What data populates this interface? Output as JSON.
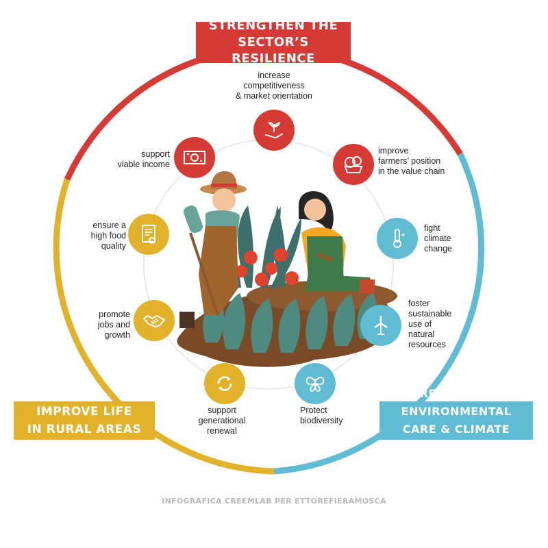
{
  "goals": {
    "top": [
      "STRENGTHEN THE",
      "SECTOR’S RESILIENCE"
    ],
    "left": [
      "IMPROVE LIFE",
      "IN RURAL AREAS"
    ],
    "right": [
      "REINFORCE ENVIRONMENTAL",
      "CARE & CLIMATE ACTION"
    ]
  },
  "objectives": [
    {
      "lines": [
        "increase",
        "competitiveness",
        "& market orientation"
      ],
      "icon": "hand-plant-icon",
      "color": "#d63a34"
    },
    {
      "lines": [
        "improve",
        "farmers’ position",
        "in the value chain"
      ],
      "icon": "produce-basket-icon",
      "color": "#d63a34"
    },
    {
      "lines": [
        "fight",
        "climate",
        "change"
      ],
      "icon": "thermometer-icon",
      "color": "#5fbcd3"
    },
    {
      "lines": [
        "foster",
        "sustainable",
        "use of",
        "natural",
        "resources"
      ],
      "icon": "wind-turbine-icon",
      "color": "#5fbcd3"
    },
    {
      "lines": [
        "Protect",
        "biodiversity"
      ],
      "icon": "butterfly-icon",
      "color": "#5fbcd3"
    },
    {
      "lines": [
        "support",
        "generational",
        "renewal"
      ],
      "icon": "cycle-arrows-icon",
      "color": "#e2b32a"
    },
    {
      "lines": [
        "promote",
        "jobs and",
        "growth"
      ],
      "icon": "handshake-icon",
      "color": "#e2b32a"
    },
    {
      "lines": [
        "ensure a",
        "high food",
        "quality"
      ],
      "icon": "certificate-icon",
      "color": "#e2b32a"
    },
    {
      "lines": [
        "support",
        "viable income"
      ],
      "icon": "banknote-icon",
      "color": "#d63a34"
    }
  ],
  "credit": "INFOGRAFICA CREEMLAB PER ETTOREFIERAMOSCA",
  "colors": {
    "red": "#d63a34",
    "yellow": "#e2b32a",
    "blue": "#5fbcd3"
  }
}
